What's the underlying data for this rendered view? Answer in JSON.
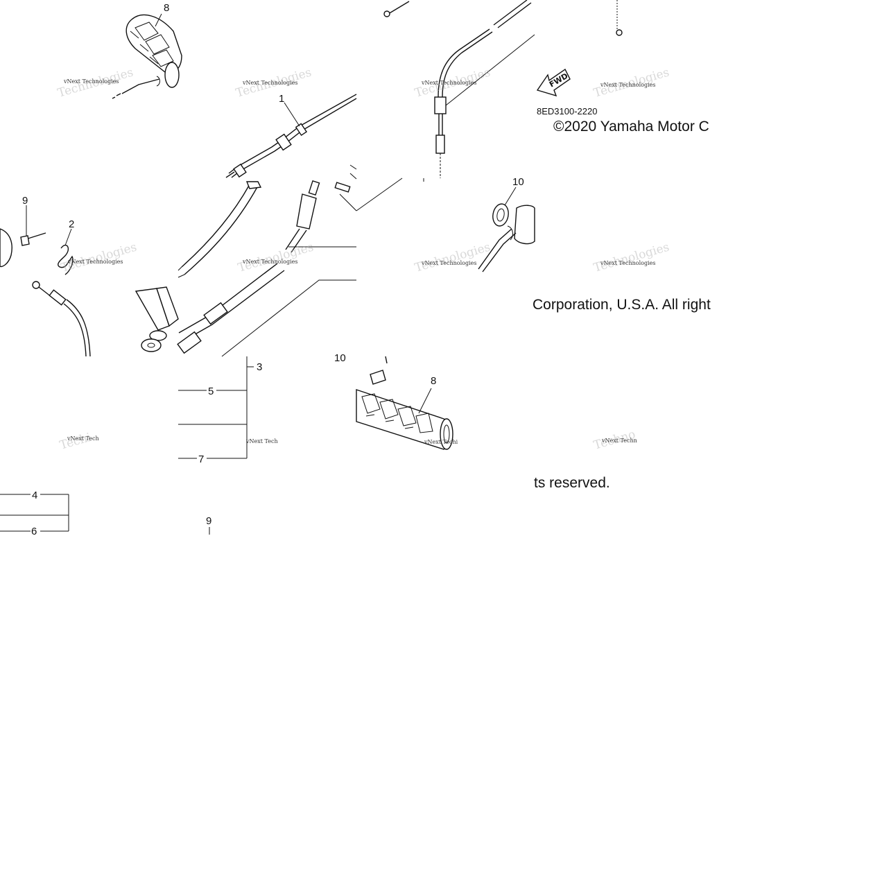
{
  "diagram": {
    "code": "8ED3100-2220",
    "copyright_fragments": {
      "line1": "©2020 Yamaha Motor C",
      "line2": "Corporation, U.S.A. All right",
      "line3": "ts reserved."
    },
    "fwd_label": "FWD",
    "watermark": "vNext Technologies",
    "watermark_cut": "vNext Techi",
    "watermark_cut2": "vNext Tech",
    "watermark_cut3": "vNext Techn",
    "callouts": {
      "c1": "1",
      "c2": "2",
      "c3": "3",
      "c4": "4",
      "c5": "5",
      "c6": "6",
      "c7": "7",
      "c8": "8",
      "c9": "9",
      "c10": "10"
    }
  }
}
